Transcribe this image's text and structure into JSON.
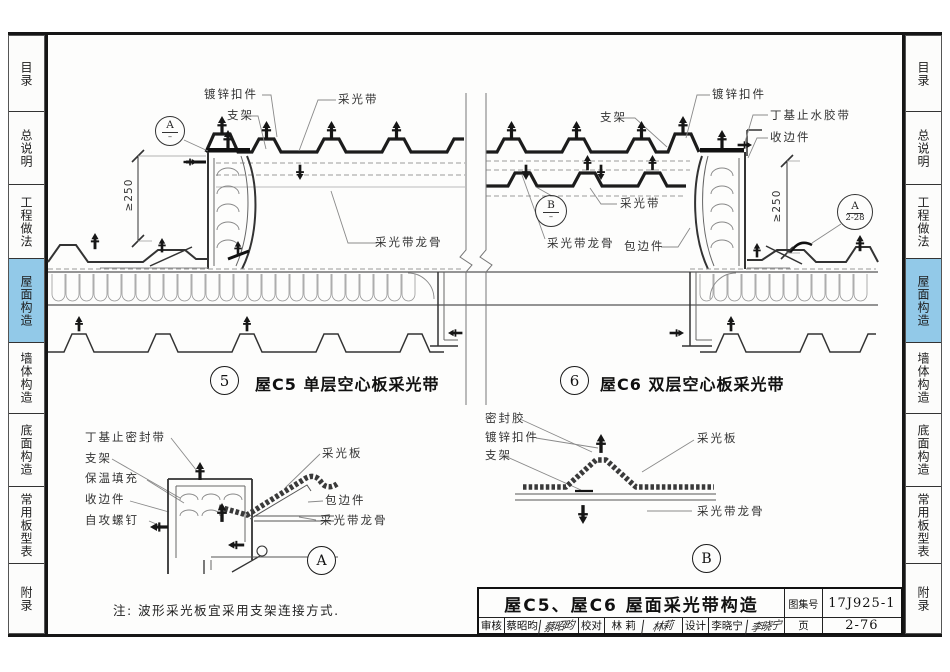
{
  "sidebar": {
    "highlight_color": "#92c9e8",
    "active": "屋面构造",
    "tabs": [
      "目录",
      "总说明",
      "工程做法",
      "屋面构造",
      "墙体构造",
      "底面构造",
      "常用板型表",
      "附录"
    ]
  },
  "fig5": {
    "num": "5",
    "caption": "屋C5 单层空心板采光带",
    "dim": "≥250",
    "marker_letter": "A",
    "marker_sub": "–",
    "labels": {
      "koujian": "镀锌扣件",
      "zhijia": "支架",
      "caiguangdai": "采光带",
      "longgu": "采光带龙骨"
    }
  },
  "fig6": {
    "num": "6",
    "caption": "屋C6 双层空心板采光带",
    "dim": "≥250",
    "marker_letter": "B",
    "marker_sub": "–",
    "ref_letter": "A",
    "ref_page": "2-28",
    "labels": {
      "koujian": "镀锌扣件",
      "zhijia": "支架",
      "dingji": "丁基止水胶带",
      "shoubian": "收边件",
      "caiguangdai": "采光带",
      "baobian": "包边件",
      "longgu": "采光带龙骨"
    }
  },
  "detailA": {
    "marker": "A",
    "labels": {
      "dingji": "丁基止密封带",
      "zhijia": "支架",
      "baowen": "保温填充",
      "shoubian": "收边件",
      "zigong": "自攻螺钉",
      "caiguangban": "采光板",
      "baobian": "包边件",
      "longgu": "采光带龙骨"
    }
  },
  "detailB": {
    "marker": "B",
    "labels": {
      "mifengjiao": "密封胶",
      "koujian": "镀锌扣件",
      "zhijia": "支架",
      "caiguangban": "采光板",
      "longgu": "采光带龙骨"
    }
  },
  "note": "注: 波形采光板宜采用支架连接方式.",
  "titleblock": {
    "title": "屋C5、屋C6 屋面采光带构造",
    "atlas_label": "图集号",
    "atlas_no": "17J925-1",
    "page_label": "页",
    "page_no": "2-76",
    "cells": [
      {
        "label": "审核",
        "name": "蔡昭昀",
        "sig": "蔡昭昀"
      },
      {
        "label": "校对",
        "name": "林 莉",
        "sig": "林莉"
      },
      {
        "label": "设计",
        "name": "李晓宁",
        "sig": "李晓宁"
      }
    ]
  }
}
